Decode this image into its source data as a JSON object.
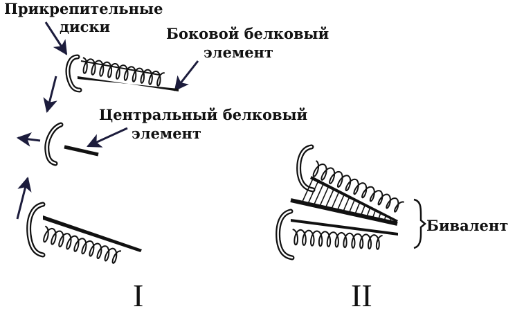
{
  "labels": {
    "attachment_discs_line1": "Прикрепительные",
    "attachment_discs_line2": "диски",
    "lateral_element_line1": "Боковой белковый",
    "lateral_element_line2": "элемент",
    "central_element_line1": "Центральный белковый",
    "central_element_line2": "элемент",
    "bivalent": "Бивалент",
    "stage_one": "I",
    "stage_two": "II"
  },
  "colors": {
    "ink": "#111111",
    "arrow": "#1c1c3c",
    "background": "#ffffff"
  }
}
